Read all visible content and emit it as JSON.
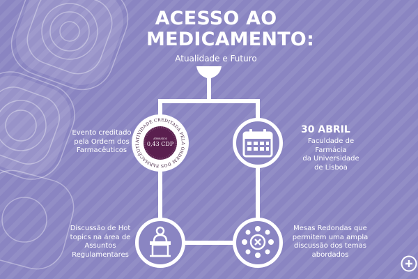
{
  "title": {
    "line1": "ACESSO AO",
    "line2": "MEDICAMENTO:",
    "subtitle": "Atualidade e Futuro"
  },
  "nodes": {
    "accreditation": {
      "caption_lines": [
        "Evento creditado",
        "pela Ordem dos",
        "Farmacêuticos"
      ],
      "seal_ring_text": "ATIVIDADE CREDITADA PELA ORDEM DOS FARMACÊUTICOS",
      "seal_small_text": "ATRIBUÍDOS",
      "seal_value": "0,43 CDP",
      "icon": "accreditation-seal"
    },
    "date": {
      "date": "30 ABRIL",
      "caption_lines": [
        "Faculdade de Farmácia",
        "da Universidade",
        "de Lisboa"
      ],
      "icon": "calendar-icon"
    },
    "hot_topics": {
      "caption_lines": [
        "Discussão de Hot",
        "topics na área de",
        "Assuntos",
        "Regulamentares"
      ],
      "icon": "speaker-podium-icon"
    },
    "round_tables": {
      "caption_lines": [
        "Mesas Redondas que",
        "permitem uma ampla",
        "discussão dos temas",
        "abordados"
      ],
      "icon": "round-table-icon"
    }
  },
  "corner_icon": "plus-circle-icon",
  "colors": {
    "background": "#8a85c2",
    "foreground": "#ffffff",
    "seal": "#5a1f4f"
  }
}
